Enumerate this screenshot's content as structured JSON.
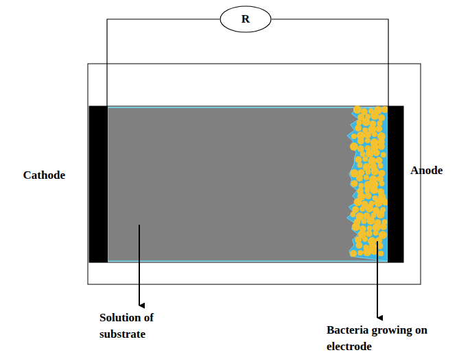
{
  "diagram": {
    "nodes": [
      {
        "text": [
          "R"
        ]
      },
      {
        "text": [
          "Cathode"
        ]
      },
      {
        "text": [
          "Anode"
        ]
      }
    ],
    "edges": [
      {
        "from": 0,
        "to": 1,
        "arrow": "none"
      },
      {
        "from": 0,
        "to": 2,
        "arrow": "none"
      }
    ],
    "labels": [
      "Solution of substrate",
      "Bacteria growing on electrode"
    ]
  }
}
